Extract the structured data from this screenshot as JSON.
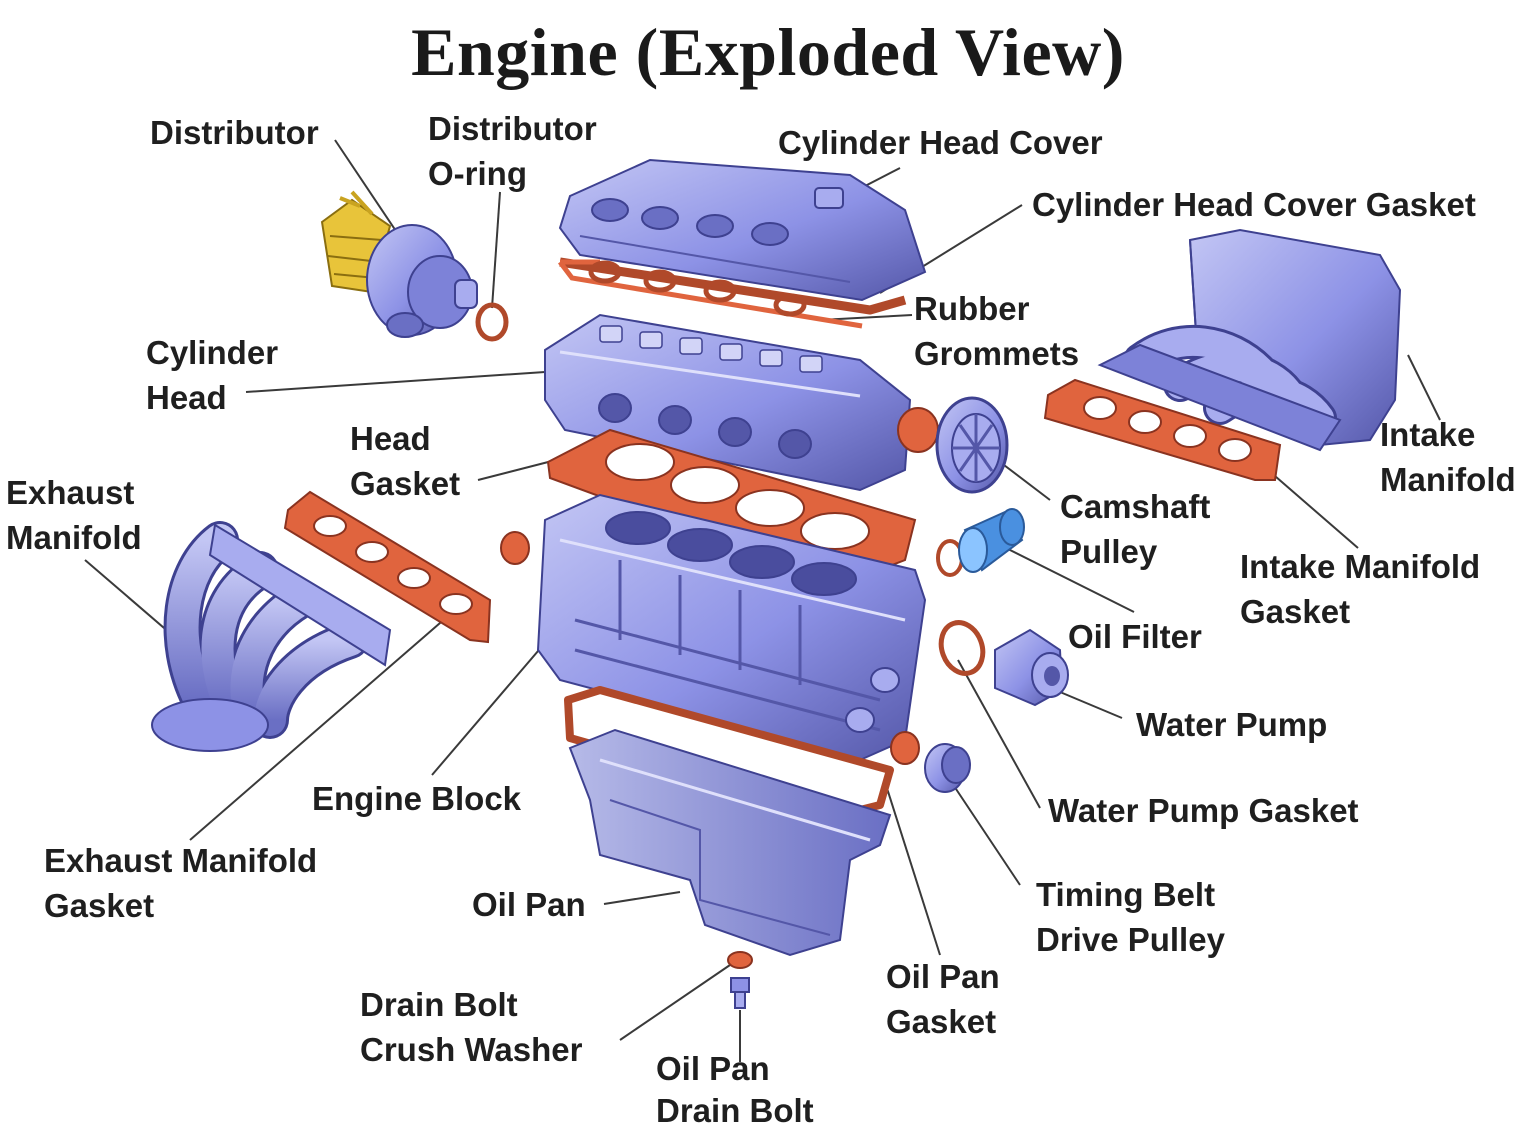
{
  "title": "Engine (Exploded View)",
  "colors": {
    "metal": "#8d92e6",
    "metal_dark": "#5457a8",
    "metal_light": "#c3c6f4",
    "gasket": "#e0643e",
    "gasket_dark": "#8a3320",
    "wire_yellow": "#e8c43a",
    "leader": "#3a3a3a"
  },
  "labels": {
    "distributor": [
      "Distributor"
    ],
    "distributor_oring": [
      "Distributor",
      "O-ring"
    ],
    "cylinder_head_cover": [
      "Cylinder Head Cover"
    ],
    "cylinder_head_cover_gasket": [
      "Cylinder Head Cover Gasket"
    ],
    "rubber_grommets": [
      "Rubber",
      "Grommets"
    ],
    "cylinder_head": [
      "Cylinder",
      "Head"
    ],
    "head_gasket": [
      "Head",
      "Gasket"
    ],
    "exhaust_manifold": [
      "Exhaust",
      "Manifold"
    ],
    "intake_manifold": [
      "Intake",
      "Manifold"
    ],
    "camshaft_pulley": [
      "Camshaft",
      "Pulley"
    ],
    "intake_manifold_gasket": [
      "Intake Manifold",
      "Gasket"
    ],
    "oil_filter": [
      "Oil Filter"
    ],
    "water_pump": [
      "Water Pump"
    ],
    "water_pump_gasket": [
      "Water Pump Gasket"
    ],
    "engine_block": [
      "Engine Block"
    ],
    "exhaust_manifold_gasket": [
      "Exhaust Manifold",
      "Gasket"
    ],
    "oil_pan": [
      "Oil Pan"
    ],
    "timing_belt_drive_pulley": [
      "Timing Belt",
      "Drive Pulley"
    ],
    "oil_pan_gasket": [
      "Oil Pan",
      "Gasket"
    ],
    "drain_bolt_crush_washer": [
      "Drain Bolt",
      "Crush Washer"
    ],
    "oil_pan_drain_bolt": [
      "Oil Pan",
      "Drain Bolt"
    ]
  }
}
